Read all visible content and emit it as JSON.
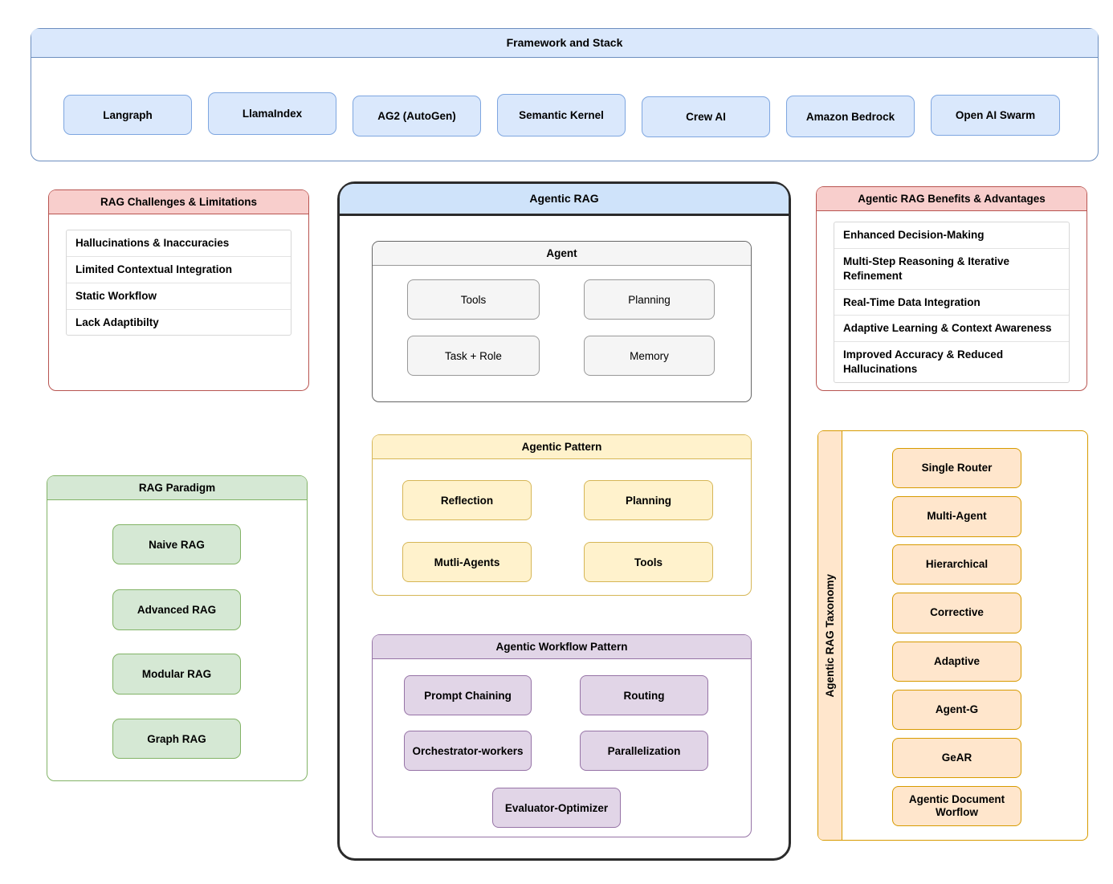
{
  "framework": {
    "title": "Framework and Stack",
    "items": [
      {
        "label": "Langraph"
      },
      {
        "label": "LlamaIndex"
      },
      {
        "label": "AG2 (AutoGen)"
      },
      {
        "label": "Semantic Kernel"
      },
      {
        "label": "Crew AI"
      },
      {
        "label": "Amazon Bedrock"
      },
      {
        "label": "Open AI Swarm"
      }
    ]
  },
  "challenges": {
    "title": "RAG Challenges & Limitations",
    "items": [
      "Hallucinations & Inaccuracies",
      "Limited Contextual Integration",
      "Static Workflow",
      "Lack Adaptibilty"
    ]
  },
  "paradigm": {
    "title": "RAG Paradigm",
    "items": [
      "Naive RAG",
      "Advanced RAG",
      "Modular RAG",
      "Graph RAG"
    ]
  },
  "agentic_rag": {
    "title": "Agentic RAG",
    "agent": {
      "title": "Agent",
      "items": [
        "Tools",
        "Planning",
        "Task + Role",
        "Memory"
      ]
    },
    "agentic_pattern": {
      "title": "Agentic Pattern",
      "items": [
        "Reflection",
        "Planning",
        "Mutli-Agents",
        "Tools"
      ]
    },
    "workflow_pattern": {
      "title": "Agentic Workflow Pattern",
      "items": [
        "Prompt Chaining",
        "Routing",
        "Orchestrator-workers",
        "Parallelization",
        "Evaluator-Optimizer"
      ]
    }
  },
  "benefits": {
    "title": "Agentic RAG Benefits & Advantages",
    "items": [
      "Enhanced Decision-Making",
      "Multi-Step Reasoning & Iterative Refinement",
      "Real-Time Data Integration",
      "Adaptive Learning & Context Awareness",
      "Improved Accuracy & Reduced Hallucinations"
    ]
  },
  "taxonomy": {
    "title": "Agentic RAG Taxonomy",
    "items": [
      "Single Router",
      "Multi-Agent",
      "Hierarchical",
      "Corrective",
      "Adaptive",
      "Agent-G",
      "GeAR",
      "Agentic Document Worflow"
    ]
  },
  "colors": {
    "blue_fill": "#dae8fc",
    "blue_border": "#6c8ebf",
    "red_fill": "#f8cecc",
    "red_border": "#b85450",
    "green_fill": "#d5e8d4",
    "green_border": "#82b366",
    "yellow_fill": "#fff2cc",
    "yellow_border": "#d6b656",
    "purple_fill": "#e1d5e7",
    "purple_border": "#9673a6",
    "orange_fill": "#ffe6cc",
    "orange_border": "#d79b00",
    "grey_fill": "#f5f5f5",
    "grey_border": "#666666",
    "dark_border": "#2b2b2b"
  }
}
